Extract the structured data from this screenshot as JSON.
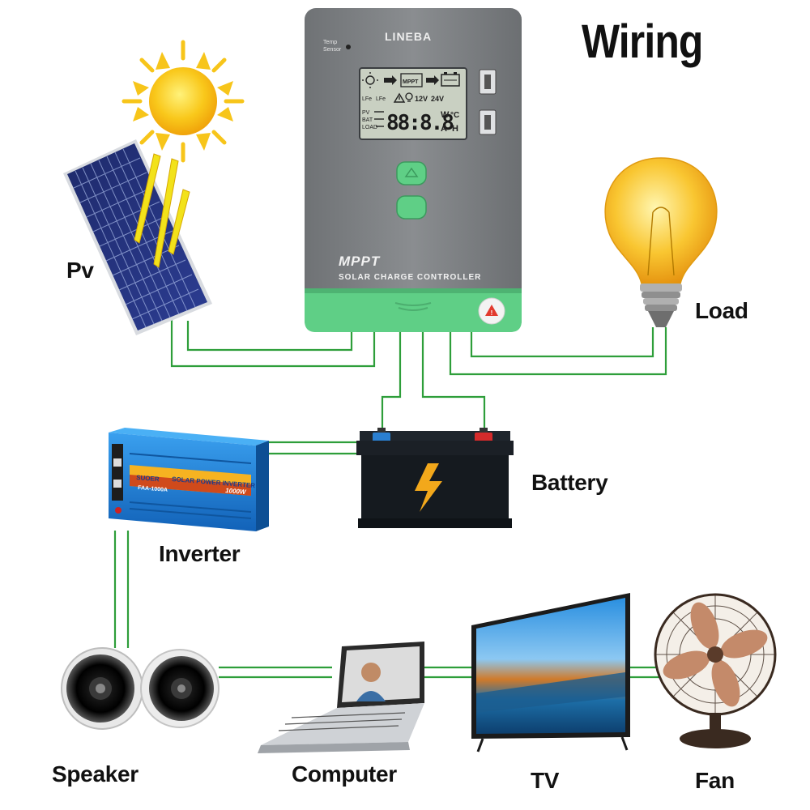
{
  "title": "Wiring",
  "components": {
    "pv": "Pv",
    "load": "Load",
    "battery": "Battery",
    "inverter": "Inverter",
    "speaker": "Speaker",
    "computer": "Computer",
    "tv": "TV",
    "fan": "Fan"
  },
  "controller": {
    "brand": "LINEBA",
    "sensor_line1": "Temp",
    "sensor_line2": "Sensor",
    "type_label": "MPPT",
    "subtitle": "SOLAR CHARGE CONTROLLER",
    "lcd": {
      "tag1": "LFe",
      "tag2": "LFe",
      "mppt_tag": "MPPT",
      "volt_12": "12V",
      "volt_24": "24V",
      "row_pv": "PV",
      "row_bat": "BAT",
      "row_load": "LOAD",
      "digits": "88:8.8",
      "unit_w": "W",
      "unit_c": "°C",
      "unit_a": "A",
      "unit_h": "H"
    }
  },
  "inverter_device": {
    "brand": "SUOER",
    "title": "SOLAR POWER INVERTER",
    "model": "FAA-1000A",
    "power": "1000W"
  },
  "colors": {
    "wire": "#2e9e3a",
    "controller_body": "#7c7f82",
    "controller_base": "#5fcf86",
    "lcd": "#c9d0c2",
    "sun": "#f7c51a",
    "bulb": "#f6b820",
    "inverter": "#1f7fd6",
    "battery": "#151a1f"
  }
}
